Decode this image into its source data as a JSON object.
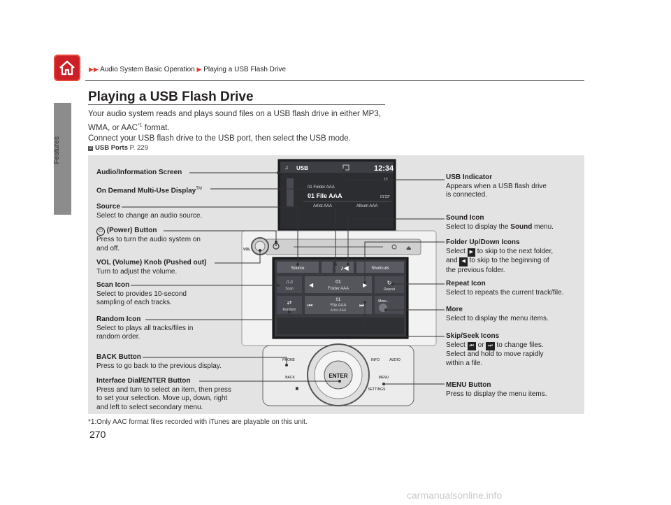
{
  "breadcrumb": {
    "part1": "Audio System Basic Operation",
    "part2": "Playing a USB Flash Drive"
  },
  "sidebar": {
    "section": "Features"
  },
  "page": {
    "title": "Playing a USB Flash Drive",
    "intro_line1": "Your audio system reads and plays sound files on a USB flash drive in either MP3,",
    "intro_line2a": "WMA, or AAC",
    "intro_sup": "*1",
    "intro_line2b": " format.",
    "intro_line3": "Connect your USB flash drive to the USB port, then select the USB mode.",
    "ref_label": "USB Ports",
    "ref_page": "P. 229",
    "footnote": "*1:Only AAC format files recorded with iTunes are playable on this unit.",
    "page_number": "270",
    "watermark": "carmanualsonline.info"
  },
  "labels_left": {
    "audio_screen": "Audio/Information Screen",
    "odmd": "On Demand Multi-Use Display",
    "odmd_tm": "TM",
    "source_title": "Source",
    "source_desc": "Select to change an audio source.",
    "power_title": "(Power) Button",
    "power_desc1": "Press to turn the audio system on",
    "power_desc2": "and off.",
    "vol_title": "VOL (Volume) Knob (Pushed out)",
    "vol_desc": "Turn to adjust the volume.",
    "scan_title": "Scan Icon",
    "scan_desc1": "Select to provides 10-second",
    "scan_desc2": "sampling of each tracks.",
    "random_title": "Random Icon",
    "random_desc1": "Select to plays all tracks/files in",
    "random_desc2": "random order.",
    "back_title": "BACK Button",
    "back_desc": "Press to go back to the previous display.",
    "dial_title": "Interface Dial/ENTER Button",
    "dial_desc1": "Press and turn to select an item, then press",
    "dial_desc2": "to set your selection. Move up, down, right",
    "dial_desc3": "and left to select secondary menu."
  },
  "labels_right": {
    "usb_title": "USB Indicator",
    "usb_desc1": "Appears when a USB flash drive",
    "usb_desc2": "is connected.",
    "sound_title": "Sound Icon",
    "sound_desc_a": "Select to display the ",
    "sound_desc_b": "Sound",
    "sound_desc_c": " menu.",
    "folder_title": "Folder Up/Down Icons",
    "folder_desc1a": "Select ",
    "folder_desc1b": " to skip to the next folder,",
    "folder_desc2a": "and ",
    "folder_desc2b": " to skip to the beginning of",
    "folder_desc3": "the previous folder.",
    "repeat_title": "Repeat Icon",
    "repeat_desc": "Select to repeats the current track/file.",
    "more_title": "More",
    "more_desc": "Select to display the menu items.",
    "skip_title": "Skip/Seek Icons",
    "skip_desc1a": "Select ",
    "skip_desc1b": " or ",
    "skip_desc1c": " to change files.",
    "skip_desc2": "Select and hold to move rapidly",
    "skip_desc3": "within a file.",
    "menu_title": "MENU Button",
    "menu_desc": "Press to display the menu items."
  },
  "upper_screen": {
    "mode": "USB",
    "clock": "12:34",
    "track_count": "10",
    "folder": "01   Folder AAA",
    "file": "01 File AAA",
    "elapsed": "01'23\"",
    "artist": "Artist AAA",
    "album": "Album AAA"
  },
  "lower_screen": {
    "source": "Source",
    "shortcuts": "Shortcuts",
    "scan": "Scan",
    "folder_num": "01",
    "folder_name": "Folder AAA",
    "repeat": "Repeat",
    "random": "Random",
    "file_num": "01",
    "file_name": "File AAA",
    "file_artist": "Artist AAA",
    "more": "More..."
  },
  "console": {
    "vol": "VOL",
    "phone": "PHONE",
    "info": "INFO",
    "audio": "AUDIO",
    "back": "BACK",
    "enter": "ENTER",
    "menu": "MENU",
    "settings": "SETTINGS"
  }
}
